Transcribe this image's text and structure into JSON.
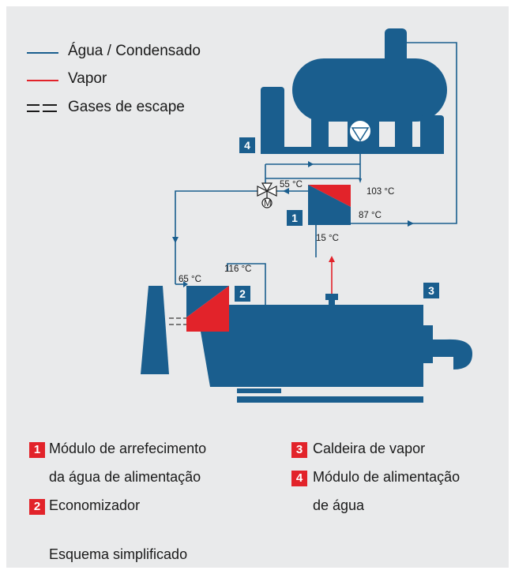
{
  "legend": {
    "items": [
      {
        "label": "Água / Condensado",
        "color": "#1a5e8e",
        "style": "solid"
      },
      {
        "label": "Vapor",
        "color": "#e2232a",
        "style": "solid"
      },
      {
        "label": "Gases de escape",
        "color": "#1a1a1a",
        "style": "double-dashed"
      }
    ]
  },
  "diagram": {
    "temperatures": {
      "t55": "55 °C",
      "t103": "103 °C",
      "t87": "87 °C",
      "t15": "15 °C",
      "t65": "65 °C",
      "t116": "116 °C"
    },
    "badges": {
      "b1": "1",
      "b2": "2",
      "b3": "3",
      "b4": "4"
    },
    "valve_motor_label": "M"
  },
  "key": {
    "item1": {
      "number": "1",
      "line1": "Módulo de arrefecimento",
      "line2": "da água de alimentação"
    },
    "item2": {
      "number": "2",
      "line1": "Economizador"
    },
    "item3": {
      "number": "3",
      "line1": "Caldeira de vapor"
    },
    "item4": {
      "number": "4",
      "line1": "Módulo de alimentação",
      "line2": "de água"
    }
  },
  "caption": "Esquema simplificado",
  "colors": {
    "blue": "#1a5e8e",
    "red": "#e2232a",
    "background": "#e9eaeb"
  }
}
